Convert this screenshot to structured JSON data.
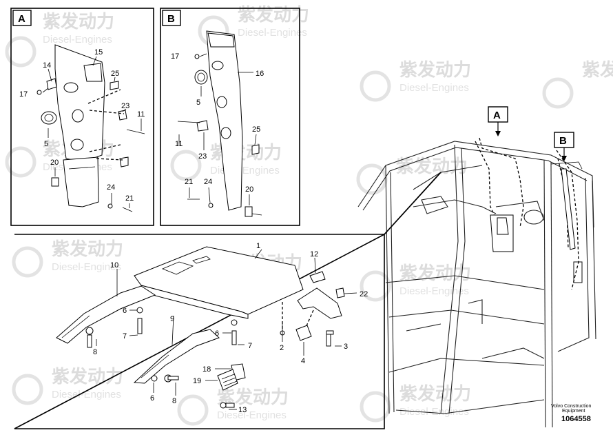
{
  "watermark": {
    "cn": "紫发动力",
    "en": "Diesel-Engines"
  },
  "panel_a": {
    "letter": "A",
    "labels": [
      "15",
      "14",
      "25",
      "17",
      "23",
      "11",
      "5",
      "20",
      "24",
      "21"
    ]
  },
  "panel_b": {
    "letter": "B",
    "labels": [
      "17",
      "16",
      "5",
      "25",
      "11",
      "23",
      "21",
      "24",
      "20"
    ]
  },
  "panel_main": {
    "labels": [
      "1",
      "12",
      "22",
      "10",
      "6",
      "7",
      "8",
      "9",
      "6",
      "7",
      "2",
      "3",
      "4",
      "18",
      "19",
      "6",
      "8",
      "13"
    ]
  },
  "cab": {
    "marker_a": "A",
    "marker_b": "B"
  },
  "footer": {
    "company_line1": "Volvo Construction",
    "company_line2": "Equipment",
    "doc_number": "1064558"
  }
}
